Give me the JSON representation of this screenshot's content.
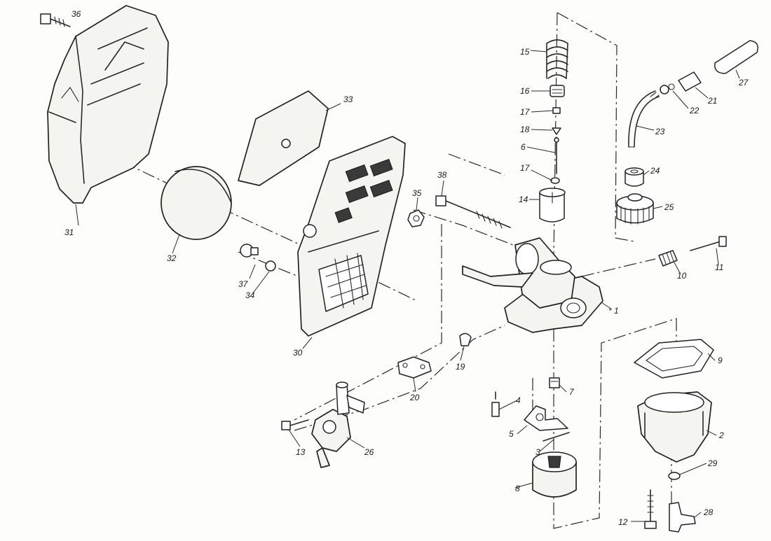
{
  "labels": {
    "p1": "* 1",
    "p2": "2",
    "p3": "3",
    "p4": "4",
    "p5": "5",
    "p6": "6",
    "p7": "7",
    "p8": "8",
    "p9": "9",
    "p10": "10",
    "p11": "11",
    "p12": "12",
    "p13": "13",
    "p14": "14",
    "p15": "15",
    "p16": "16",
    "p17a": "17",
    "p17b": "17",
    "p18": "18",
    "p19": "19",
    "p20": "20",
    "p21": "21",
    "p22": "22",
    "p23": "23",
    "p24": "24",
    "p25": "25",
    "p26": "26",
    "p27": "27",
    "p28": "28",
    "p29": "29",
    "p30": "30",
    "p31": "31",
    "p32": "32",
    "p33": "33",
    "p34": "34",
    "p35": "35",
    "p36": "36",
    "p37": "37",
    "p38": "38"
  }
}
